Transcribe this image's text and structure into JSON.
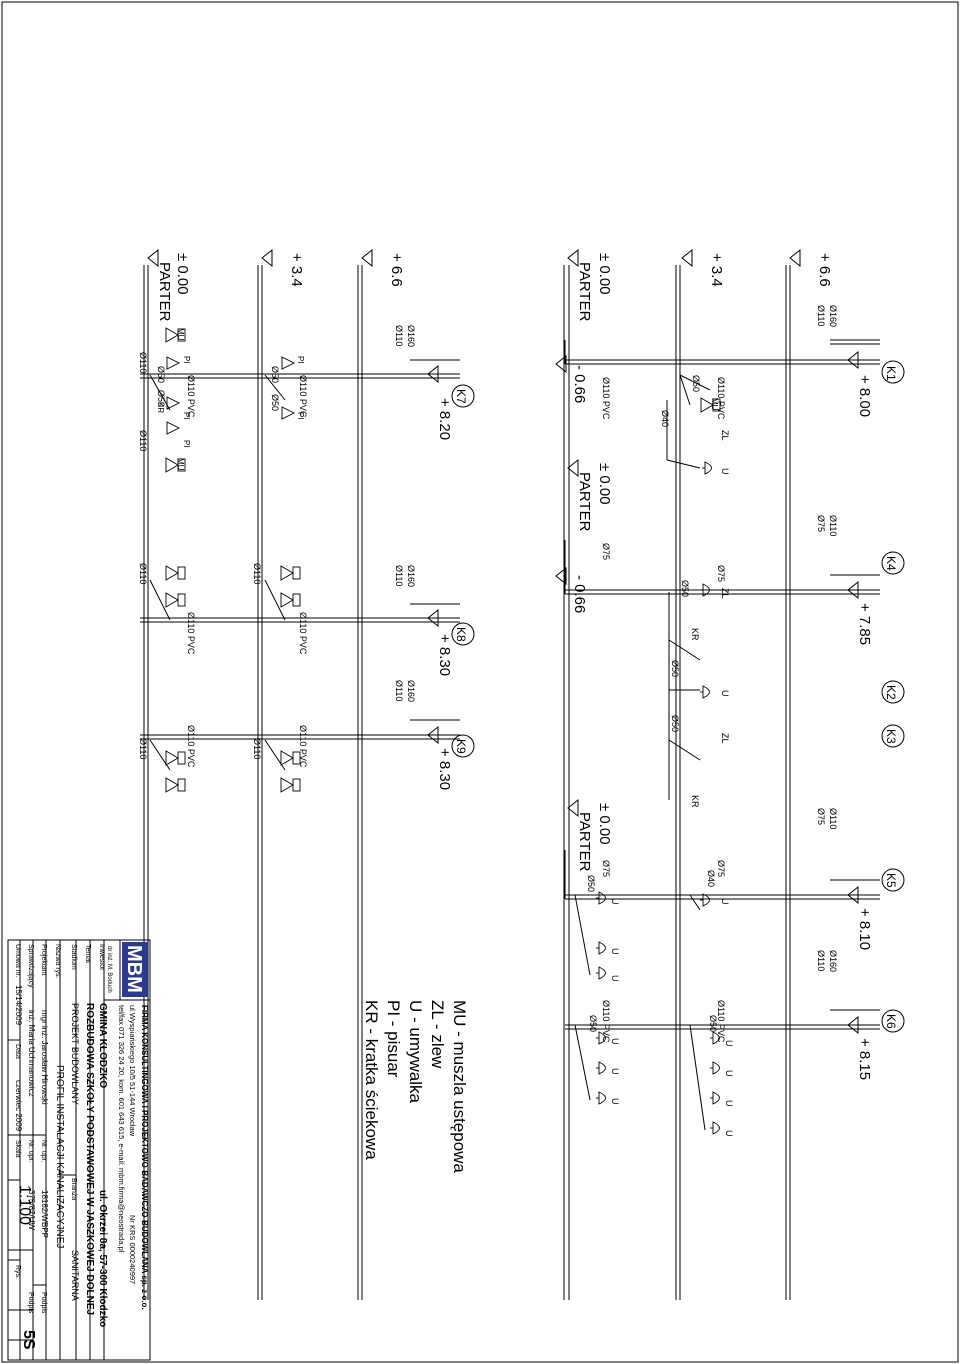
{
  "legend": {
    "mu": "MU - muszla ustępowa",
    "zl": "ZL - zlew",
    "u": "U - umywalka",
    "pi": "PI - pisuar",
    "kr": "KR - kratka ściekowa"
  },
  "levels": {
    "zero": "± 0.00",
    "parter": "PARTER",
    "l34": "+ 3.4",
    "l66": "+ 6.6",
    "m066": "- 0.66"
  },
  "risers": {
    "k1": {
      "label": "K1",
      "elev": "+ 8.00"
    },
    "k2": {
      "label": "K2"
    },
    "k3": {
      "label": "K3"
    },
    "k4": {
      "label": "K4",
      "elev": "+ 7.85"
    },
    "k5": {
      "label": "K5",
      "elev": "+ 8.10"
    },
    "k6": {
      "label": "K6",
      "elev": "+ 8.15"
    },
    "k7": {
      "label": "K7",
      "elev": "+ 8.20"
    },
    "k8": {
      "label": "K8",
      "elev": "+ 8.30"
    },
    "k9": {
      "label": "K9",
      "elev": "+ 8.30"
    }
  },
  "pipes": {
    "pvc110": "Ø110 PVC",
    "d160": "Ø160",
    "d110": "Ø110",
    "d75": "Ø75",
    "d50": "Ø50",
    "d40": "Ø40"
  },
  "fixtures": {
    "mu": "MU",
    "zl": "ZL",
    "u": "U",
    "pi": "PI",
    "kr": "KR"
  },
  "title_block": {
    "firm": "FIRMA KONSULTINGOWA I PROJEKTOWO-BADAWCZO-BUDOWLANA sp. z o.o.",
    "address": "ul.Wyspiańskiego 10/5   51-144 Wrocław",
    "krs": "Nr KRS 0000240997",
    "contact": "tel/fax 071 326 24 20, kom. 601 643 615, e-mail: mbm.firma@neostrada.pl",
    "logo": "MBM",
    "logo_sub": "dr inż. M. Boduch",
    "investor_label": "Inwestor",
    "investor": "GMINA KŁODZKO",
    "investor_address": "ul. Okrzei 8a, 57-300 Kłodzko",
    "topic_label": "Temat",
    "topic": "ROZBUDOWA SZKOŁY PODSTAWOWEJ W JASZKOWEJ DOLNEJ",
    "stage_label": "Stadium",
    "stage": "PROJEKT BUDOWLANY",
    "branch_label": "Branża",
    "branch": "SANITARNA",
    "drawing_name_label": "Nazwa rys.",
    "drawing_name": "PROFIL INSTALACJI KANALIZACYJNEJ",
    "designer_label": "Projektant",
    "designer": "mgr inż. Jarosław Hirowski",
    "checker_label": "Sprawdzający",
    "checker": "inż. Maria Uchmanowicz",
    "permit_label": "Nr. upr.",
    "designer_permit": "18182/WBPP",
    "checker_permit": "375/87/UW",
    "signature_label": "Podpis",
    "contract_label": "Umowa nr.",
    "contract": "15/14/2009",
    "date_label": "Data",
    "date": "czerwiec 2009",
    "scale_label": "Skala",
    "scale": "1:100",
    "drawing_no_label": "Rys.",
    "drawing_no": "5S"
  }
}
